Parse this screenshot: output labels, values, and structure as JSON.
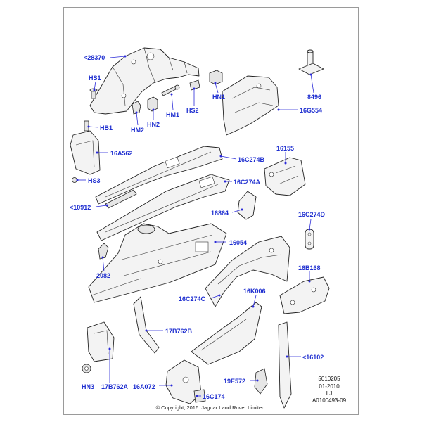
{
  "labels": {
    "p28370": "<28370",
    "hs1": "HS1",
    "hn1": "HN1",
    "p8496": "8496",
    "hm1": "HM1",
    "hs2": "HS2",
    "p16g554": "16G554",
    "hn2": "HN2",
    "hm2": "HM2",
    "hb1": "HB1",
    "p16a562": "16A562",
    "p16c274b": "16C274B",
    "p16155": "16155",
    "hs3": "HS3",
    "p16c274a": "16C274A",
    "p10912": "<10912",
    "p16864": "16864",
    "p16c274d": "16C274D",
    "p16054": "16054",
    "p2082": "2082",
    "p16b168": "16B168",
    "p16k006": "16K006",
    "p16c274c": "16C274C",
    "p17b762b": "17B762B",
    "p16102": "<16102",
    "hn3": "HN3",
    "p17b762a": "17B762A",
    "p16a072": "16A072",
    "p19e572": "19E572",
    "p16c174": "16C174"
  },
  "meta": {
    "line1": "5010205",
    "line2": "01-2010",
    "line3": "LJ",
    "line4": "A0100493-09"
  },
  "copyright": "© Copyright, 2016. Jaguar Land Rover Limited."
}
